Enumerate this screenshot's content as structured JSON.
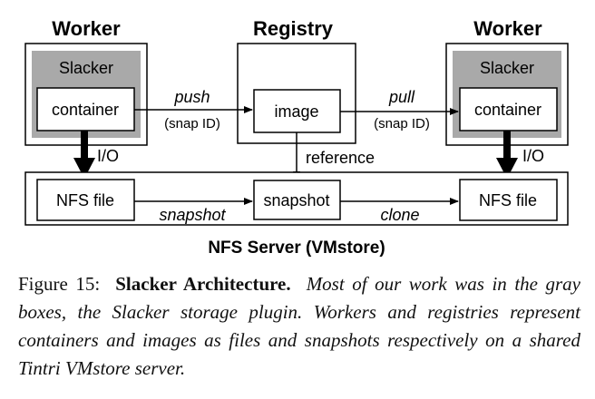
{
  "diagram": {
    "worker_left": {
      "title": "Worker",
      "plugin": "Slacker",
      "container": "container"
    },
    "registry": {
      "title": "Registry",
      "image": "image"
    },
    "worker_right": {
      "title": "Worker",
      "plugin": "Slacker",
      "container": "container"
    },
    "push_label": "push",
    "push_sub": "(snap ID)",
    "pull_label": "pull",
    "pull_sub": "(snap ID)",
    "io_left": "I/O",
    "io_right": "I/O",
    "reference_label": "reference",
    "nfs_file_left": "NFS file",
    "snapshot_box": "snapshot",
    "nfs_file_right": "NFS file",
    "snapshot_arrow_label": "snapshot",
    "clone_arrow_label": "clone",
    "server_title": "NFS Server (VMstore)"
  },
  "caption": {
    "label": "Figure 15:",
    "title": "Slacker Architecture.",
    "body": "Most of our work was in the gray boxes, the Slacker storage plugin. Workers and registries represent containers and images as files and snapshots respectively on a shared Tintri VMstore server."
  },
  "colors": {
    "gray_box": "#a9a9a9",
    "line": "#000000"
  }
}
